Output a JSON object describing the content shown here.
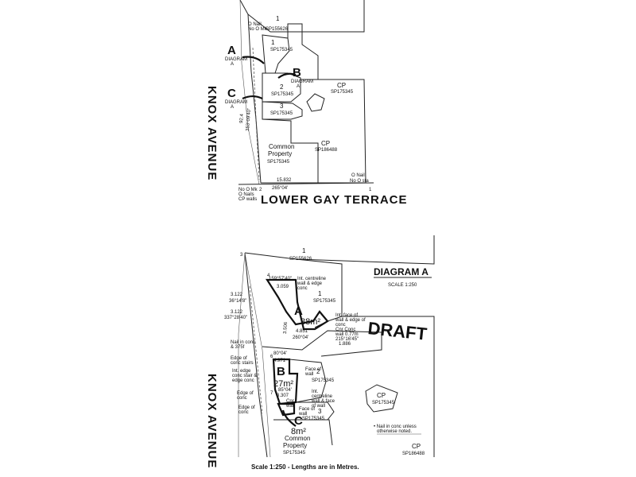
{
  "top_plan": {
    "lot_1": "1",
    "sp_155626": "SP155626",
    "nail_top": "O Nail",
    "nail_top2": "No O Mk",
    "lot_1b": "1",
    "sp_175345_a": "SP175345",
    "marker_a": "A",
    "marker_b": "B",
    "marker_c": "C",
    "marker_sub": "DIAGRAM",
    "marker_sub2": "A",
    "lot_2": "2",
    "sp_175345_b": "SP175345",
    "lot_3": "3",
    "sp_175345_c": "SP175345",
    "cp_right": "CP",
    "sp_175345_d": "SP175345",
    "cp_mid": "CP",
    "sp_186488": "SP186488",
    "common_property": "Common",
    "common_property2": "Property",
    "sp_175345_e": "SP175345",
    "bearing_side": "353°09'40\"",
    "dim_side": "92.4",
    "dim_bottom": "15.832",
    "bearing_bottom": "265°04'",
    "nail_br": "O Nail",
    "nail_br2": "No O sta",
    "nail_bl": "No O Mk",
    "nail_bl2": "O Nails",
    "nail_bl3": "CP walls",
    "corner_2": "2",
    "corner_1": "1",
    "road_side": "KNOX AVENUE",
    "road_bottom": "LOWER GAY TERRACE"
  },
  "diagram_a": {
    "title": "DIAGRAM A",
    "scale": "SCALE 1:250",
    "draft": "DRAFT",
    "lot_1": "1",
    "sp_155626": "SP155626",
    "lot_1b": "1",
    "sp_175345_a": "SP175345",
    "note_centreline": "Int. centreline",
    "note_centreline2": "wall & edge",
    "note_centreline3": "conc",
    "bearing_top": "159°57'40\"",
    "dim_top": "3.059",
    "dim_left1": "3.122",
    "bearing_left1": "36°14'8\"",
    "dim_left2": "3.122",
    "bearing_left2": "337°28'40\"",
    "area_a_label": "A",
    "area_a": "38m²",
    "dim_a_side": "3.506",
    "dim_a_bottom": "4.851",
    "bearing_a_bottom": "260°04'",
    "note_face": "Int. face of",
    "note_face2": "wall & edge of",
    "note_face3": "conc",
    "note_face4": "Cnr Conc",
    "note_face5": "wall 0.77m",
    "bearing_right": "215°16'45\"",
    "dim_right": "1.886",
    "note_nail": "Nail in conc",
    "note_nail2": "& 375f",
    "note_stairs": "Edge of",
    "note_stairs2": "conc stairs",
    "bearing_mid": "80°04'",
    "dim_mid": "4.971",
    "note_edge": "Int. edge",
    "note_edge2": "conc stair &",
    "note_edge3": "edge conc",
    "area_b_label": "B",
    "area_b": "27m²",
    "note_wall": "Face of",
    "note_wall2": "wall",
    "lot_2": "2",
    "sp_175345_b": "SP175345",
    "bearing_b": "85°04'",
    "dim_b": "3.307",
    "note_edge_b": "Edge of",
    "note_edge_b2": "conc",
    "note_cl": "Int.",
    "note_cl2": "centreline",
    "note_cl3": "wall & face",
    "note_cl4": "of wall",
    "note_cnr": "Cnr",
    "note_cnr2": "wall",
    "note_face_b": "Face of",
    "note_face_b2": "wall",
    "note_edge_c": "Edge of",
    "note_edge_c2": "conc",
    "lot_3": "3",
    "sp_175345_c": "SP175345",
    "area_c_label": "C",
    "area_c": "8m²",
    "cp_right": "CP",
    "sp_175345_d": "SP175345",
    "legend": "• Nail in conc unless",
    "legend2": "otherwise noted.",
    "common_property": "Common",
    "common_property2": "Property",
    "sp_175345_e": "SP175345",
    "cp_bottom": "CP",
    "sp_186488": "SP186488",
    "corner_3": "3",
    "corner_4": "4",
    "corner_6": "6",
    "corner_7": "7",
    "road_side": "KNOX AVENUE",
    "footer": "Scale 1:250 - Lengths are in Metres."
  }
}
